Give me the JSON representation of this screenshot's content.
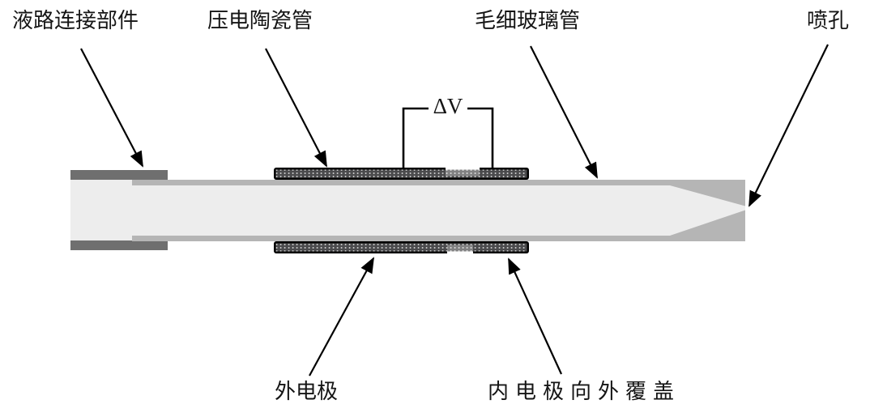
{
  "diagram": {
    "title_semantic": "piezoelectric-capillary-nozzle-schematic",
    "labels": {
      "fluid_connector": "液路连接部件",
      "piezo_ceramic_tube": "压电陶瓷管",
      "capillary_glass_tube": "毛细玻璃管",
      "nozzle": "喷孔",
      "outer_electrode": "外电极",
      "inner_electrode_wrap": "内电极向外覆盖",
      "voltage": "ΔV"
    },
    "colors": {
      "background": "#ffffff",
      "line_and_text": "#151515",
      "connector_dark_gray": "#6f6f6f",
      "tube_wall_gray": "#b5b5b5",
      "tube_interior_light": "#ededed",
      "electrode_border": "#000000",
      "electrode_fill": "#4b4b4d",
      "electrode_dots": "#cfcfcf"
    }
  }
}
